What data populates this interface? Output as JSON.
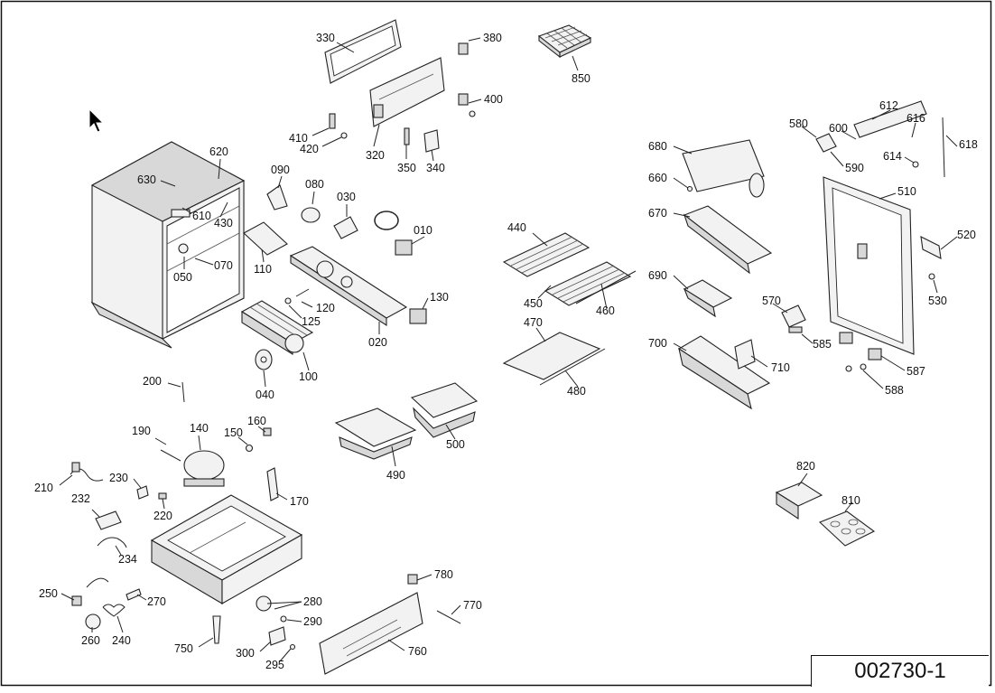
{
  "drawing_number": "002730-1",
  "labels": [
    {
      "id": "330",
      "text": "330"
    },
    {
      "id": "380",
      "text": "380"
    },
    {
      "id": "850",
      "text": "850"
    },
    {
      "id": "400",
      "text": "400"
    },
    {
      "id": "410",
      "text": "410"
    },
    {
      "id": "420",
      "text": "420"
    },
    {
      "id": "320",
      "text": "320"
    },
    {
      "id": "350",
      "text": "350"
    },
    {
      "id": "340",
      "text": "340"
    },
    {
      "id": "630",
      "text": "630"
    },
    {
      "id": "620",
      "text": "620"
    },
    {
      "id": "610",
      "text": "610"
    },
    {
      "id": "430",
      "text": "430"
    },
    {
      "id": "050",
      "text": "050"
    },
    {
      "id": "070",
      "text": "070"
    },
    {
      "id": "090",
      "text": "090"
    },
    {
      "id": "080",
      "text": "080"
    },
    {
      "id": "030",
      "text": "030"
    },
    {
      "id": "010",
      "text": "010"
    },
    {
      "id": "110",
      "text": "110"
    },
    {
      "id": "120",
      "text": "120"
    },
    {
      "id": "125",
      "text": "125"
    },
    {
      "id": "130",
      "text": "130"
    },
    {
      "id": "020",
      "text": "020"
    },
    {
      "id": "100",
      "text": "100"
    },
    {
      "id": "040",
      "text": "040"
    },
    {
      "id": "200",
      "text": "200"
    },
    {
      "id": "190",
      "text": "190"
    },
    {
      "id": "140",
      "text": "140"
    },
    {
      "id": "150",
      "text": "150"
    },
    {
      "id": "160",
      "text": "160"
    },
    {
      "id": "170",
      "text": "170"
    },
    {
      "id": "210",
      "text": "210"
    },
    {
      "id": "230",
      "text": "230"
    },
    {
      "id": "220",
      "text": "220"
    },
    {
      "id": "232",
      "text": "232"
    },
    {
      "id": "234",
      "text": "234"
    },
    {
      "id": "250",
      "text": "250"
    },
    {
      "id": "270",
      "text": "270"
    },
    {
      "id": "260",
      "text": "260"
    },
    {
      "id": "240",
      "text": "240"
    },
    {
      "id": "280",
      "text": "280"
    },
    {
      "id": "290",
      "text": "290"
    },
    {
      "id": "750",
      "text": "750"
    },
    {
      "id": "300",
      "text": "300"
    },
    {
      "id": "295",
      "text": "295"
    },
    {
      "id": "440",
      "text": "440"
    },
    {
      "id": "450",
      "text": "450"
    },
    {
      "id": "460",
      "text": "460"
    },
    {
      "id": "470",
      "text": "470"
    },
    {
      "id": "480",
      "text": "480"
    },
    {
      "id": "490",
      "text": "490"
    },
    {
      "id": "500",
      "text": "500"
    },
    {
      "id": "780",
      "text": "780"
    },
    {
      "id": "770",
      "text": "770"
    },
    {
      "id": "760",
      "text": "760"
    },
    {
      "id": "680",
      "text": "680"
    },
    {
      "id": "660",
      "text": "660"
    },
    {
      "id": "670",
      "text": "670"
    },
    {
      "id": "690",
      "text": "690"
    },
    {
      "id": "700",
      "text": "700"
    },
    {
      "id": "710",
      "text": "710"
    },
    {
      "id": "580",
      "text": "580"
    },
    {
      "id": "600",
      "text": "600"
    },
    {
      "id": "590",
      "text": "590"
    },
    {
      "id": "612",
      "text": "612"
    },
    {
      "id": "616",
      "text": "616"
    },
    {
      "id": "614",
      "text": "614"
    },
    {
      "id": "618",
      "text": "618"
    },
    {
      "id": "510",
      "text": "510"
    },
    {
      "id": "520",
      "text": "520"
    },
    {
      "id": "530",
      "text": "530"
    },
    {
      "id": "570",
      "text": "570"
    },
    {
      "id": "585",
      "text": "585"
    },
    {
      "id": "587",
      "text": "587"
    },
    {
      "id": "588",
      "text": "588"
    },
    {
      "id": "820",
      "text": "820"
    },
    {
      "id": "810",
      "text": "810"
    }
  ]
}
